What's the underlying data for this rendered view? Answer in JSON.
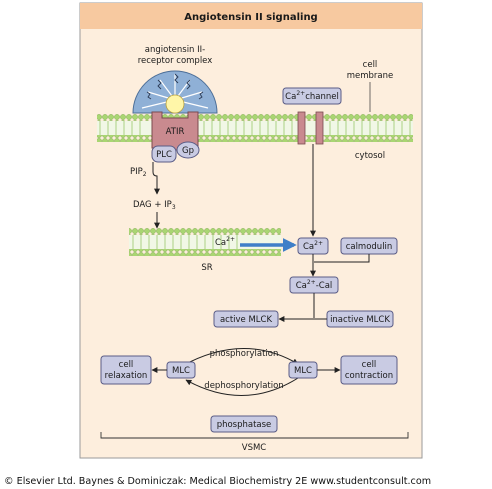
{
  "title": "Angiotensin II signaling",
  "labels": {
    "complex_line1": "angiotensin II-",
    "complex_line2": "receptor complex",
    "cell_membrane_line1": "cell",
    "cell_membrane_line2": "membrane",
    "cytosol": "cytosol",
    "atir": "ATIR",
    "gp": "Gp",
    "plc": "PLC",
    "pip2": "PIP",
    "pip2_sub": "2",
    "dag": "DAG + IP",
    "dag_sub": "3",
    "sr": "SR",
    "ca_sr": "Ca",
    "ca_sr_sup": "2+",
    "phosphorylation": "phosphorylation",
    "dephosphorylation": "dephosphorylation",
    "vsmc": "VSMC"
  },
  "boxes": {
    "ca_channel": "Ca",
    "ca_channel_sup": "2+",
    "ca_channel_tail": "channel",
    "ca": "Ca",
    "ca_sup": "2+",
    "calmodulin": "calmodulin",
    "ca_cal": "Ca",
    "ca_cal_sup": "2+",
    "ca_cal_tail": "-Cal",
    "active_mlck": "active MLCK",
    "inactive_mlck": "inactive MLCK",
    "cell_relaxation_1": "cell",
    "cell_relaxation_2": "relaxation",
    "mlc_left": "MLC",
    "mlc_right": "MLC",
    "cell_contraction_1": "cell",
    "cell_contraction_2": "contraction",
    "phosphatase": "phosphatase"
  },
  "credit": "© Elsevier Ltd. Baynes & Dominiczak: Medical Biochemistry 2E www.studentconsult.com",
  "colors": {
    "panel": "#fdeedd",
    "panel_border": "#8a8a8a",
    "title_bar": "#f7c9a0",
    "membrane": "#b7d88a",
    "membrane_dots": "#9ccf6a",
    "receptor": "#c98a8f",
    "receptor_dome": "#8fb0d6",
    "box_fill": "#c9cbe3",
    "box_stroke": "#5a5c86",
    "arrow_blue": "#3f7fc8"
  }
}
